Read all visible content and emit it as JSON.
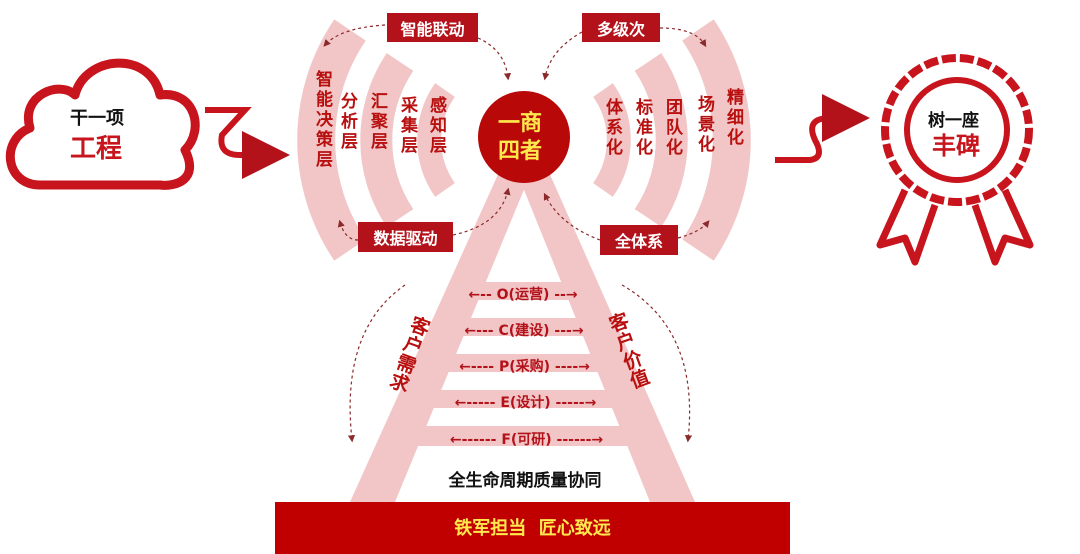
{
  "left_cloud": {
    "line1": "干一项",
    "line2": "工程"
  },
  "right_medal": {
    "line1": "树一座",
    "line2": "丰碑"
  },
  "center": {
    "line1": "一商",
    "line2": "四者"
  },
  "tags": {
    "top_left": "智能联动",
    "top_right": "多级次",
    "bottom_left": "数据驱动",
    "bottom_right": "全体系"
  },
  "left_layers": [
    "智能决策层",
    "分析层",
    "汇聚层",
    "采集层",
    "感知层"
  ],
  "right_layers": [
    "体系化",
    "标准化",
    "团队化",
    "场景化",
    "精细化"
  ],
  "ladder": {
    "rungs": [
      "O(运营)",
      "C(建设)",
      "P(采购)",
      "E(设计)",
      "F(可研)"
    ],
    "left_side": "客户需求",
    "right_side": "客户价值",
    "caption": "全生命周期质量协同"
  },
  "footer": "铁军担当  匠心致远",
  "colors": {
    "red": "#b3121a",
    "pink": "#f2c6c6",
    "yellow": "#ffe94d"
  }
}
